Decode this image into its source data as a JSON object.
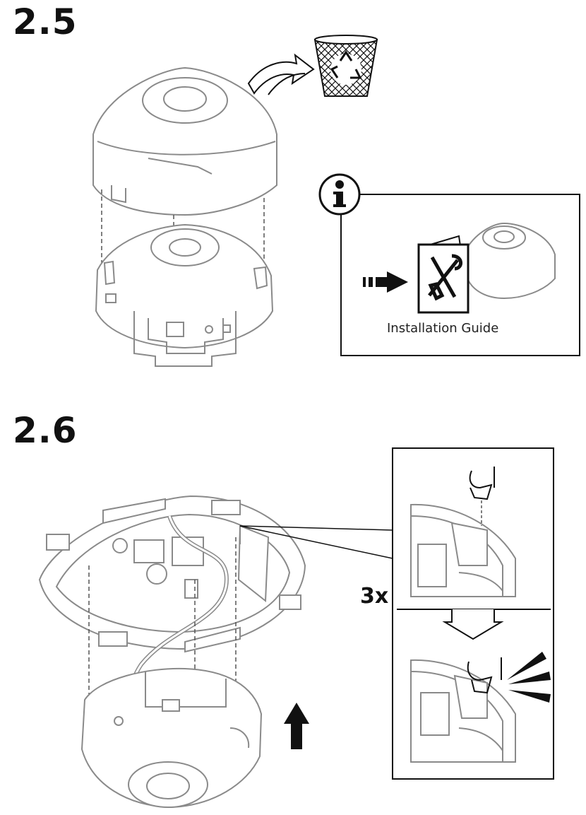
{
  "steps": [
    {
      "number": "2.5"
    },
    {
      "number": "2.6"
    }
  ],
  "info_panel": {
    "icon": "info-icon",
    "guide_label": "Installation Guide"
  },
  "clip_detail": {
    "count_label": "3x"
  },
  "icons": {
    "recycle": "recycle-bin-icon",
    "arrow": "curved-arrow-icon",
    "manual": "tools-manual-icon",
    "up_arrow": "up-arrow-icon",
    "click": "click-sound-icon"
  },
  "colors": {
    "line": "#111111",
    "light_line": "#8a8a8a",
    "fill": "#ffffff"
  }
}
